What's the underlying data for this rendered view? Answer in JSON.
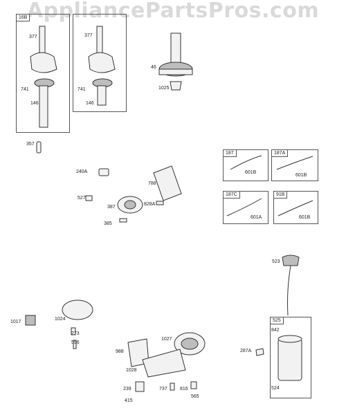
{
  "watermark": "AppliancePartsPros.com",
  "boxes": {
    "b16b": "16B",
    "b187": "187",
    "b187a": "187A",
    "b187c": "187C",
    "b91b": "91B",
    "b525": "525"
  },
  "labels": {
    "l377a": "377",
    "l377b": "377",
    "l741a": "741",
    "l741b": "741",
    "l146a": "146",
    "l146b": "146",
    "l357": "357",
    "l46": "46",
    "l1025": "1025",
    "l240a": "240A",
    "l788": "788",
    "l527": "527",
    "l387": "387",
    "l828a": "828A",
    "l385": "385",
    "l601b1": "601B",
    "l601b2": "601B",
    "l601a": "601A",
    "l601b3": "601B",
    "l523": "523",
    "l842": "842",
    "l524": "524",
    "l287a": "287A",
    "l1017": "1017",
    "l1024": "1024",
    "l273": "273",
    "l596": "596",
    "l1027": "1027",
    "l988": "988",
    "l1028": "1028",
    "l239": "239",
    "l415": "415",
    "l737": "737",
    "l816": "816",
    "l565": "565"
  }
}
